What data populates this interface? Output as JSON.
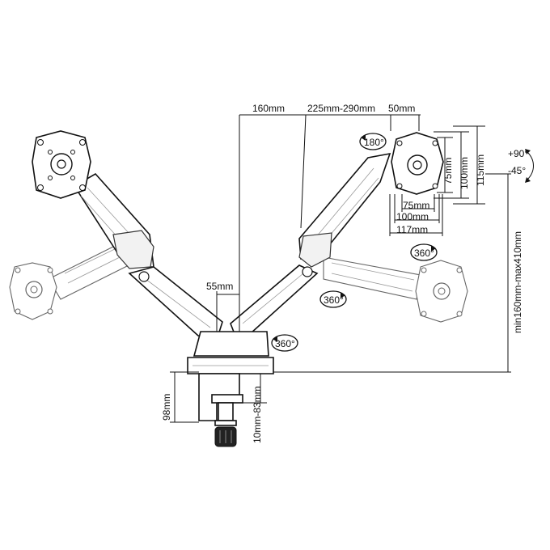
{
  "dimensions": {
    "top_spacing": "160mm",
    "arm_length": "225mm-290mm",
    "top_offset": "50mm",
    "vesa_75_h": "75mm",
    "vesa_100_h": "100mm",
    "plate_height": "115mm",
    "vesa_75_w": "75mm",
    "vesa_100_w": "100mm",
    "plate_width": "117mm",
    "pole_gap": "55mm",
    "height_range": "min160mm-max410mm",
    "clamp_height": "98mm",
    "desk_thickness": "10mm-83mm"
  },
  "rotations": {
    "screen": "180°",
    "tilt_up": "+90°",
    "tilt_down": "-45°",
    "swivel_right": "360°",
    "swivel_middle": "360°",
    "swivel_base": "360°"
  },
  "icons": [
    "rotation-arrow-icon",
    "vesa-plate-icon",
    "desk-clamp-icon"
  ]
}
